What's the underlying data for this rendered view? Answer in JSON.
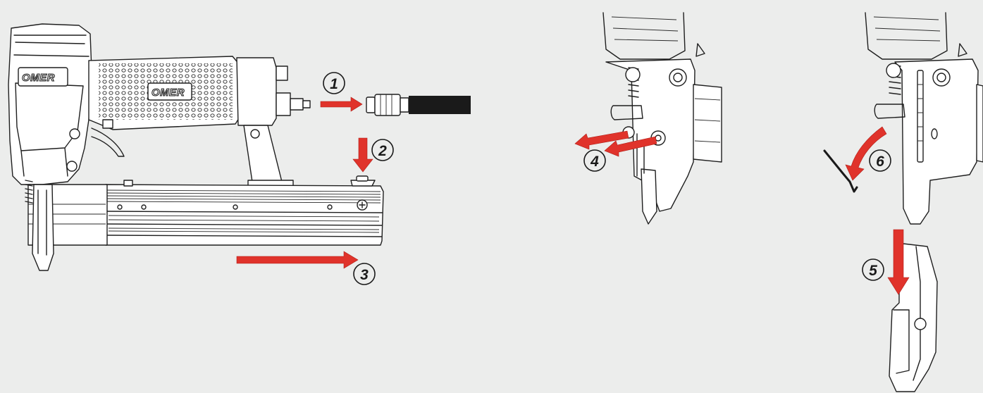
{
  "brand": {
    "logo_text": "OMER"
  },
  "steps": [
    {
      "id": "1",
      "label": "1"
    },
    {
      "id": "2",
      "label": "2"
    },
    {
      "id": "3",
      "label": "3"
    },
    {
      "id": "4",
      "label": "4"
    },
    {
      "id": "5",
      "label": "5"
    },
    {
      "id": "6",
      "label": "6"
    }
  ],
  "colors": {
    "background": "#ecedec",
    "arrow": "#e0332b",
    "line": "#1f1f1f",
    "hose": "#1a1a1a"
  },
  "icons": [
    "air-connector-icon",
    "air-hose-icon",
    "hex-key-icon",
    "screw-icon"
  ]
}
